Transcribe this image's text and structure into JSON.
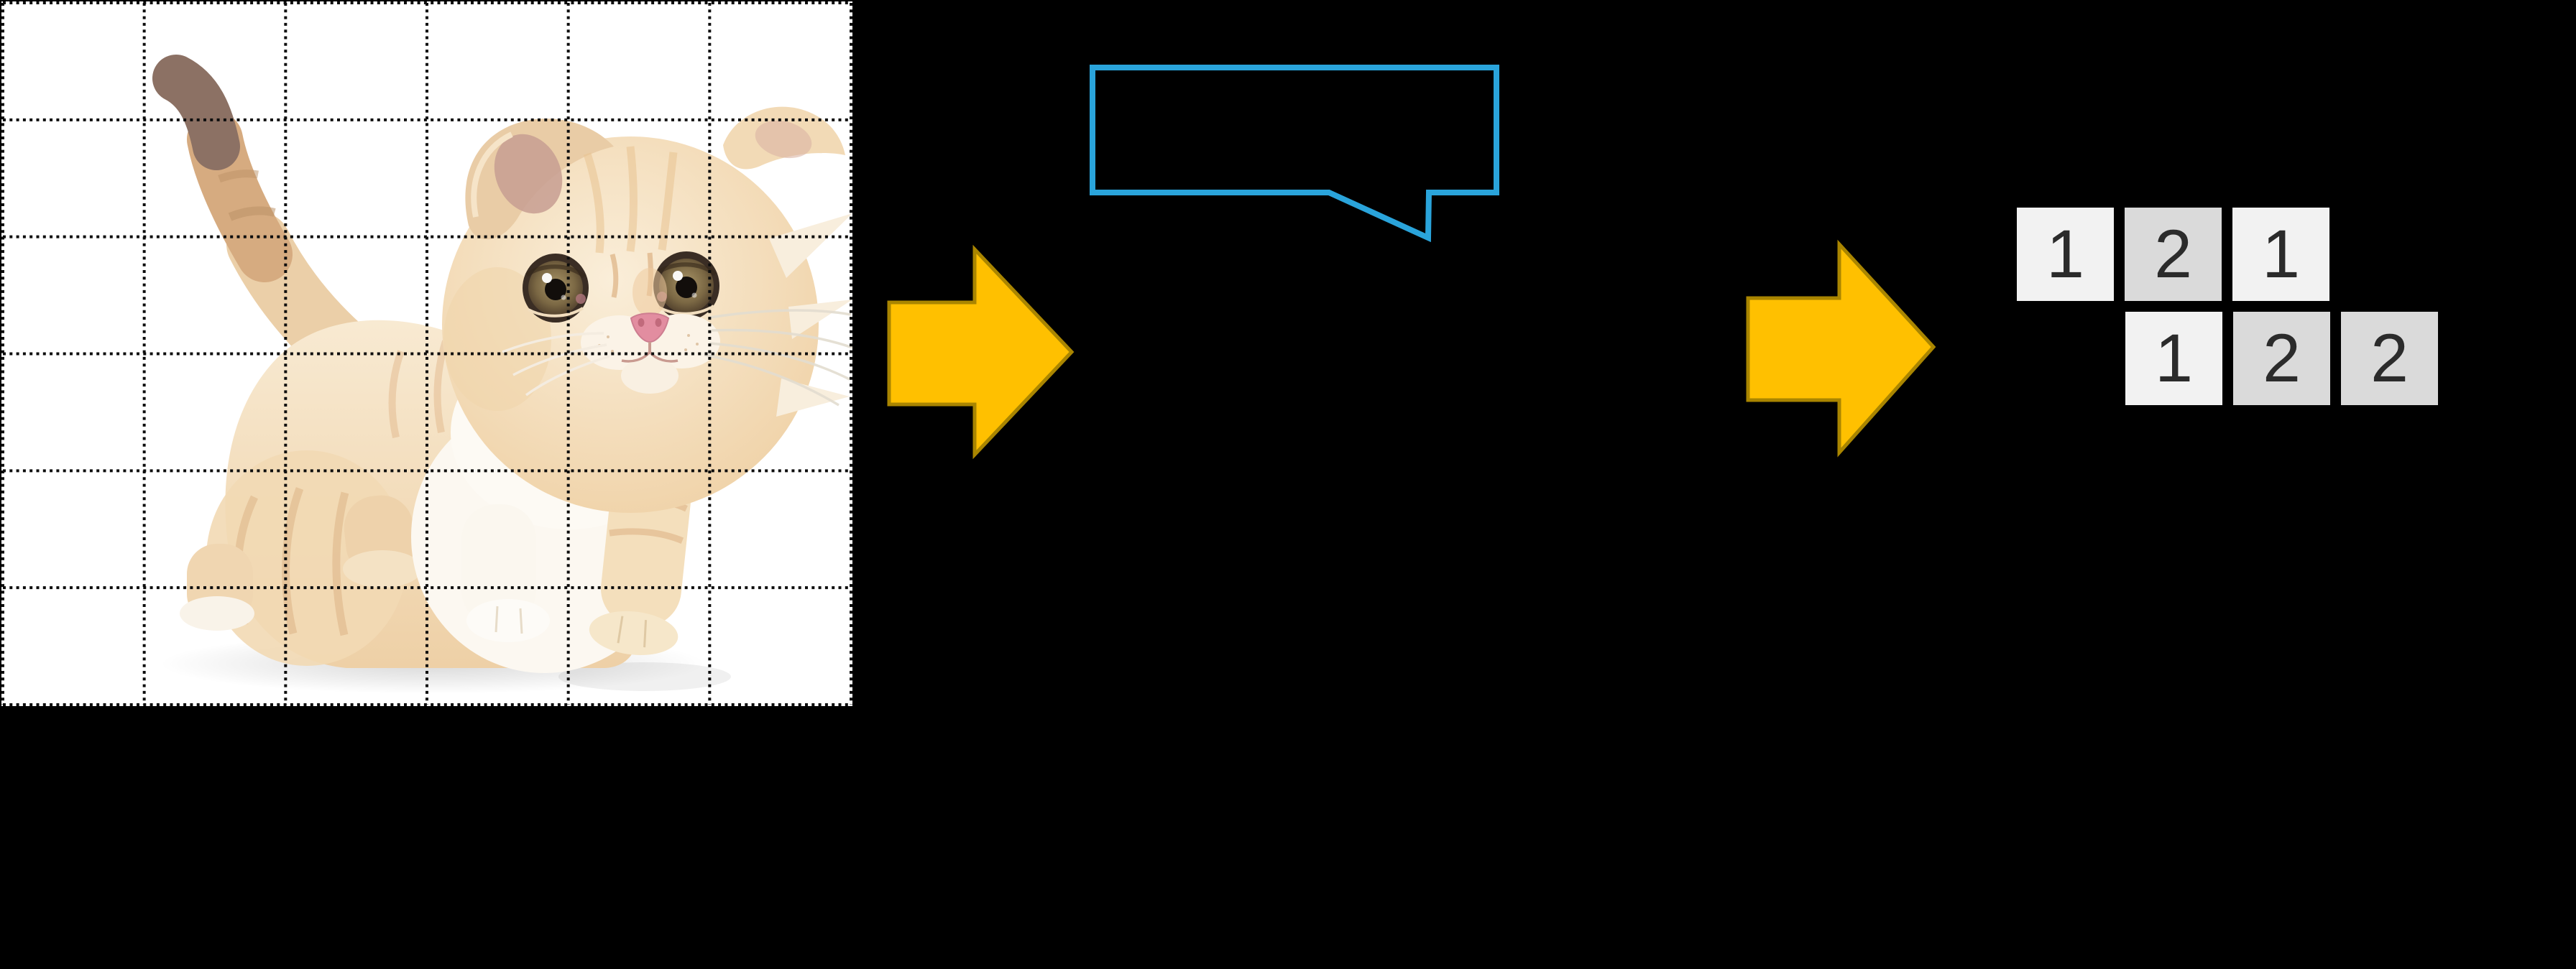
{
  "scene": {
    "background": "#000000"
  },
  "palette": {
    "panel_bg": "#ffffff",
    "grid_line": "#0d0d0d",
    "arrow_fill": "#FFC000",
    "arrow_stroke": "#A98500",
    "bubble_stroke": "#2AA4DB",
    "token_light": "#F2F2F2",
    "token_dark": "#DADADA",
    "token_text": "#2B2B2B"
  },
  "photo_panel": {
    "subject": "cream kitten walking on white background",
    "grid_rows": 6,
    "grid_cols": 6
  },
  "speech_bubble": {
    "text": ""
  },
  "arrows": [
    {
      "direction": "right"
    },
    {
      "direction": "right"
    }
  ],
  "token_rows": [
    {
      "cells": [
        {
          "value": "1",
          "tone": "light"
        },
        {
          "value": "2",
          "tone": "dark"
        },
        {
          "value": "1",
          "tone": "light"
        }
      ]
    },
    {
      "cells": [
        {
          "value": "1",
          "tone": "light"
        },
        {
          "value": "2",
          "tone": "dark"
        },
        {
          "value": "2",
          "tone": "dark"
        }
      ]
    }
  ]
}
